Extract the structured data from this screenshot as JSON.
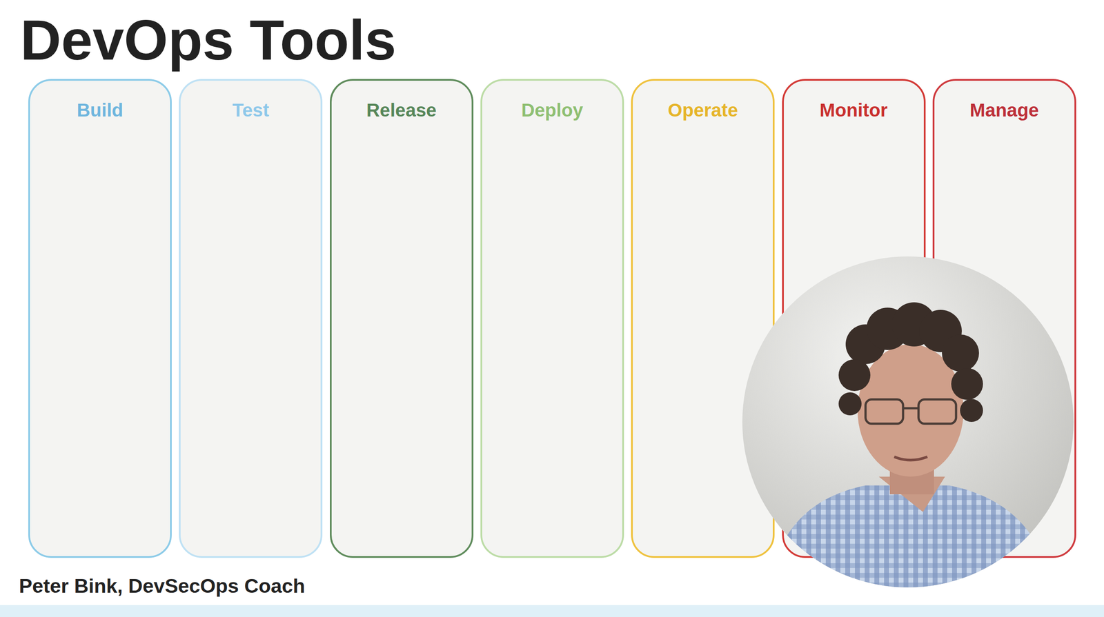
{
  "diagram": {
    "title": "DevOps Tools",
    "nodes": [
      {
        "text": [
          "Build"
        ]
      },
      {
        "text": [
          "Test"
        ]
      },
      {
        "text": [
          "Release"
        ]
      },
      {
        "text": [
          "Deploy"
        ]
      },
      {
        "text": [
          "Operate"
        ]
      },
      {
        "text": [
          "Monitor"
        ]
      },
      {
        "text": [
          "Manage"
        ]
      }
    ],
    "labels": [
      "Peter Bink, DevSecOps Coach"
    ]
  }
}
